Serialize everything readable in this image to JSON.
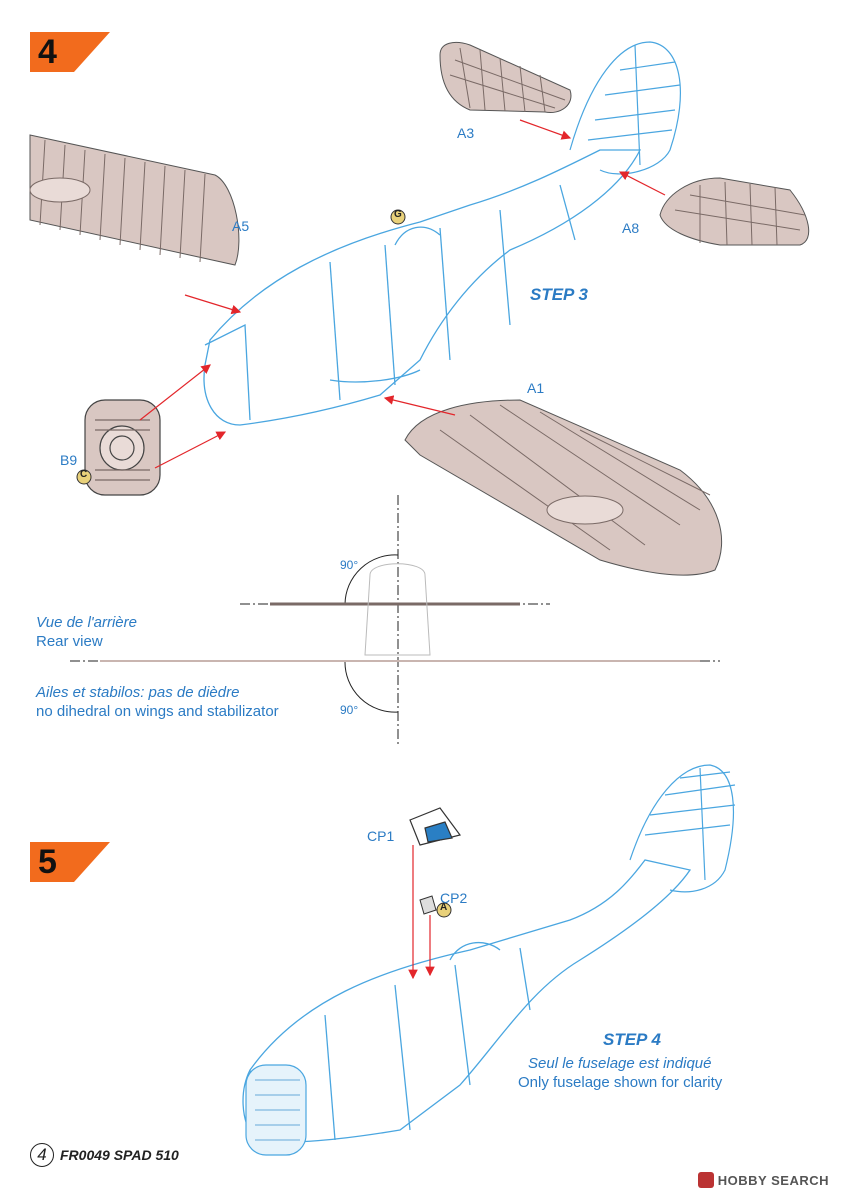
{
  "step_a": {
    "badge": "4",
    "title": "STEP 3",
    "parts": {
      "a5": "A5",
      "a3": "A3",
      "a8": "A8",
      "a1": "A1",
      "b9": "B9"
    },
    "glue_markers": {
      "g": "G",
      "c": "C"
    }
  },
  "rear_view": {
    "title_fr": "Vue de l'arrière",
    "title_en": "Rear view",
    "note_fr": "Ailes et stabilos: pas de dièdre",
    "note_en": "no dihedral on wings and stabilizator",
    "angle_top": "90°",
    "angle_bottom": "90°"
  },
  "step_b": {
    "badge": "5",
    "title": "STEP 4",
    "note_fr": "Seul le fuselage est indiqué",
    "note_en": "Only fuselage shown for clarity",
    "parts": {
      "cp1": "CP1",
      "cp2": "CP2"
    },
    "glue_markers": {
      "a": "A"
    }
  },
  "footer": {
    "page_number": "4",
    "code": "FR0049 SPAD 510",
    "watermark": "HOBBY SEARCH"
  },
  "colors": {
    "accent_orange": "#f26b1d",
    "line_blue": "#4aa6e0",
    "label_blue": "#2b7bc4",
    "arrow_red": "#e3262b",
    "wing_fill": "#d9c7c2"
  }
}
